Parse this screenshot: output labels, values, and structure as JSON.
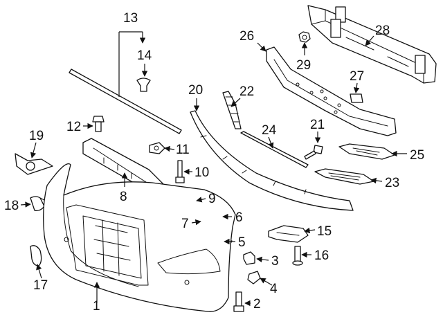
{
  "callouts": {
    "c1": "1",
    "c2": "2",
    "c3": "3",
    "c4": "4",
    "c5": "5",
    "c6": "6",
    "c7": "7",
    "c8": "8",
    "c9": "9",
    "c10": "10",
    "c11": "11",
    "c12": "12",
    "c13": "13",
    "c14": "14",
    "c15": "15",
    "c16": "16",
    "c17": "17",
    "c18": "18",
    "c19": "19",
    "c20": "20",
    "c21": "21",
    "c22": "22",
    "c23": "23",
    "c24": "24",
    "c25": "25",
    "c26": "26",
    "c27": "27",
    "c28": "28",
    "c29": "29"
  },
  "colors": {
    "line": "#111111",
    "background": "#ffffff"
  }
}
